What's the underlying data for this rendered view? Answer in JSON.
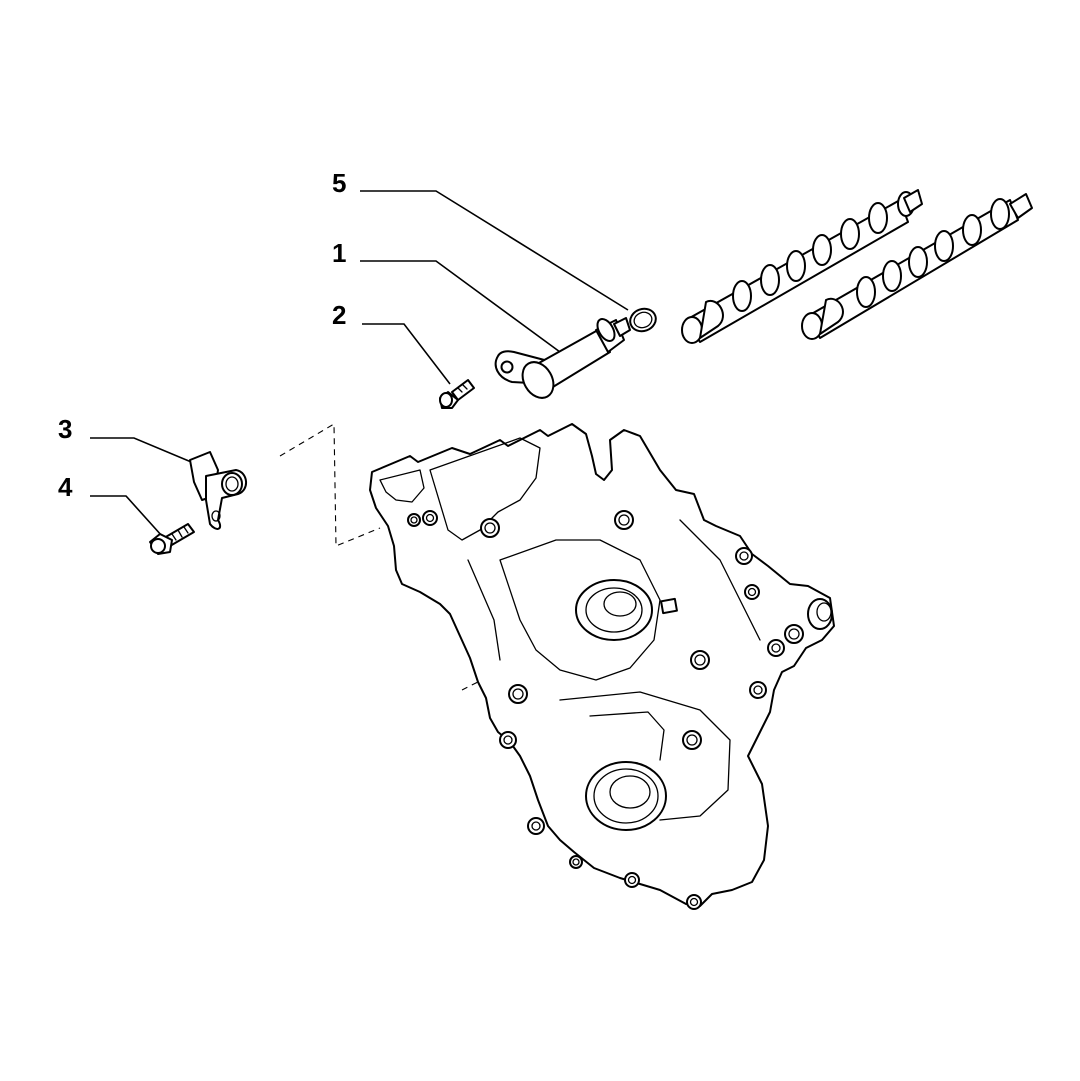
{
  "callouts": [
    {
      "id": "5",
      "label": "5"
    },
    {
      "id": "1",
      "label": "1"
    },
    {
      "id": "2",
      "label": "2"
    },
    {
      "id": "3",
      "label": "3"
    },
    {
      "id": "4",
      "label": "4"
    }
  ],
  "colors": {
    "ink": "#000000",
    "paper": "#ffffff"
  }
}
